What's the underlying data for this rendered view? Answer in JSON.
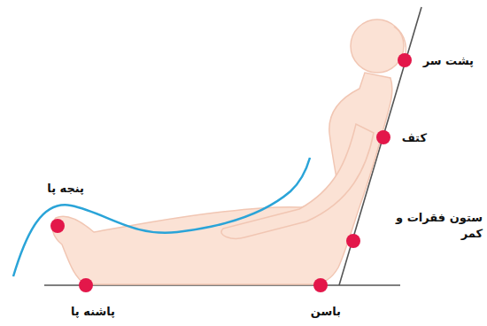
{
  "diagram": {
    "labels": [
      "پشت سر",
      "کتف",
      "ستون فقرات و کمر",
      "پنجه پا",
      "پاشنه پا",
      "باسن"
    ]
  }
}
